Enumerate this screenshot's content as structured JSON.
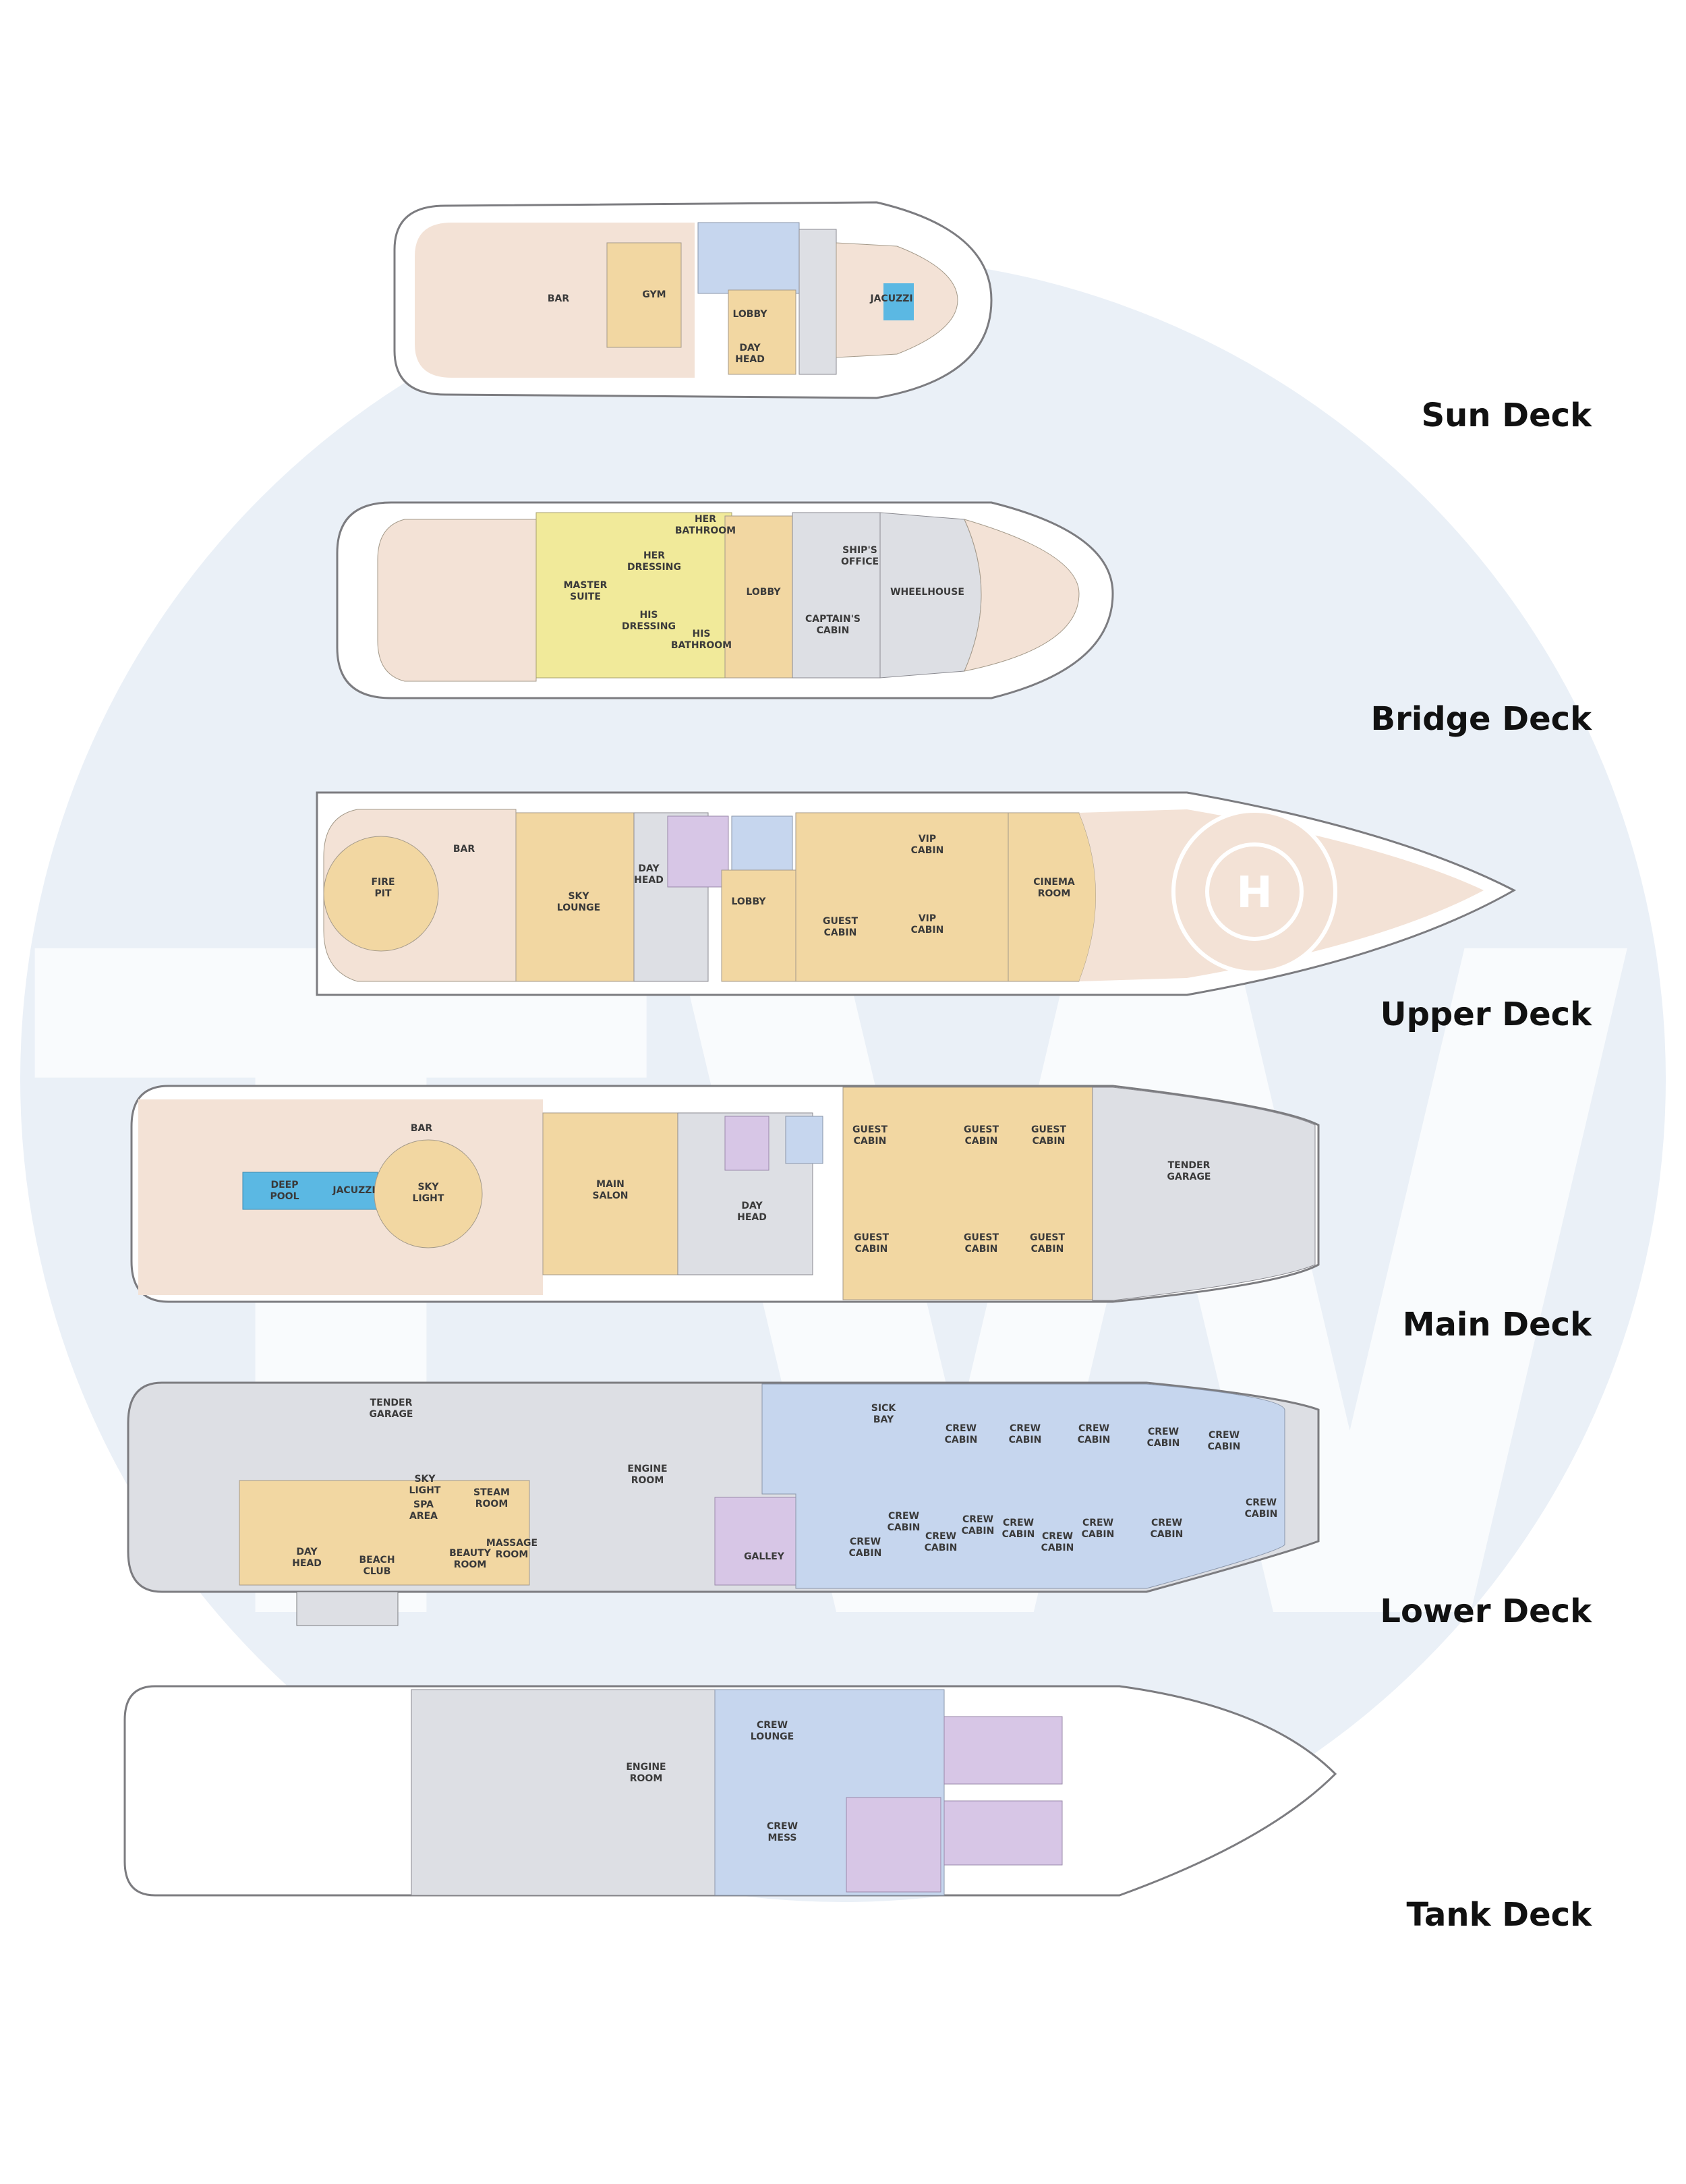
{
  "watermark": {
    "letters": "TW"
  },
  "colors": {
    "guest": "#f2d7a2",
    "owner": "#f1ea9a",
    "crew": "#c6d6ee",
    "service": "#d7c6e6",
    "deck": "#f3e2d6",
    "technical": "#dddfe4",
    "pool": "#5bb8e3",
    "outline": "#7c7c80",
    "watermark_circle": "#eaf0f7"
  },
  "decks": [
    {
      "key": "sun",
      "label": "Sun Deck",
      "rooms": [
        "BAR",
        "GYM",
        "LOBBY",
        "DAY HEAD",
        "JACUZZI"
      ]
    },
    {
      "key": "bridge",
      "label": "Bridge Deck",
      "rooms": [
        "HER BATHROOM",
        "HER DRESSING",
        "MASTER SUITE",
        "HIS DRESSING",
        "HIS BATHROOM",
        "LOBBY",
        "SHIP'S OFFICE",
        "CAPTAIN'S CABIN",
        "WHEELHOUSE"
      ]
    },
    {
      "key": "upper",
      "label": "Upper Deck",
      "rooms": [
        "FIRE PIT",
        "BAR",
        "SKY LOUNGE",
        "DAY HEAD",
        "LOBBY",
        "GUEST CABIN",
        "VIP CABIN",
        "VIP CABIN",
        "CINEMA ROOM"
      ],
      "helipad_letter": "H"
    },
    {
      "key": "main",
      "label": "Main Deck",
      "rooms": [
        "DEEP POOL",
        "JACUZZI",
        "BAR",
        "SKY LIGHT",
        "MAIN SALON",
        "DAY HEAD",
        "GUEST CABIN",
        "GUEST CABIN",
        "GUEST CABIN",
        "GUEST CABIN",
        "GUEST CABIN",
        "GUEST CABIN",
        "TENDER GARAGE"
      ]
    },
    {
      "key": "lower",
      "label": "Lower Deck",
      "rooms": [
        "TENDER GARAGE",
        "ENGINE ROOM",
        "SICK BAY",
        "CREW CABIN",
        "CREW CABIN",
        "CREW CABIN",
        "CREW CABIN",
        "CREW CABIN",
        "CREW CABIN",
        "CREW CABIN",
        "CREW CABIN",
        "CREW CABIN",
        "CREW CABIN",
        "CREW CABIN",
        "CREW CABIN",
        "CREW CABIN",
        "CREW CABIN",
        "SKY LIGHT",
        "SPA AREA",
        "STEAM ROOM",
        "MASSAGE ROOM",
        "BEAUTY ROOM",
        "BEACH CLUB",
        "DAY HEAD",
        "GALLEY"
      ]
    },
    {
      "key": "tank",
      "label": "Tank Deck",
      "rooms": [
        "ENGINE ROOM",
        "CREW LOUNGE",
        "CREW MESS"
      ]
    }
  ]
}
